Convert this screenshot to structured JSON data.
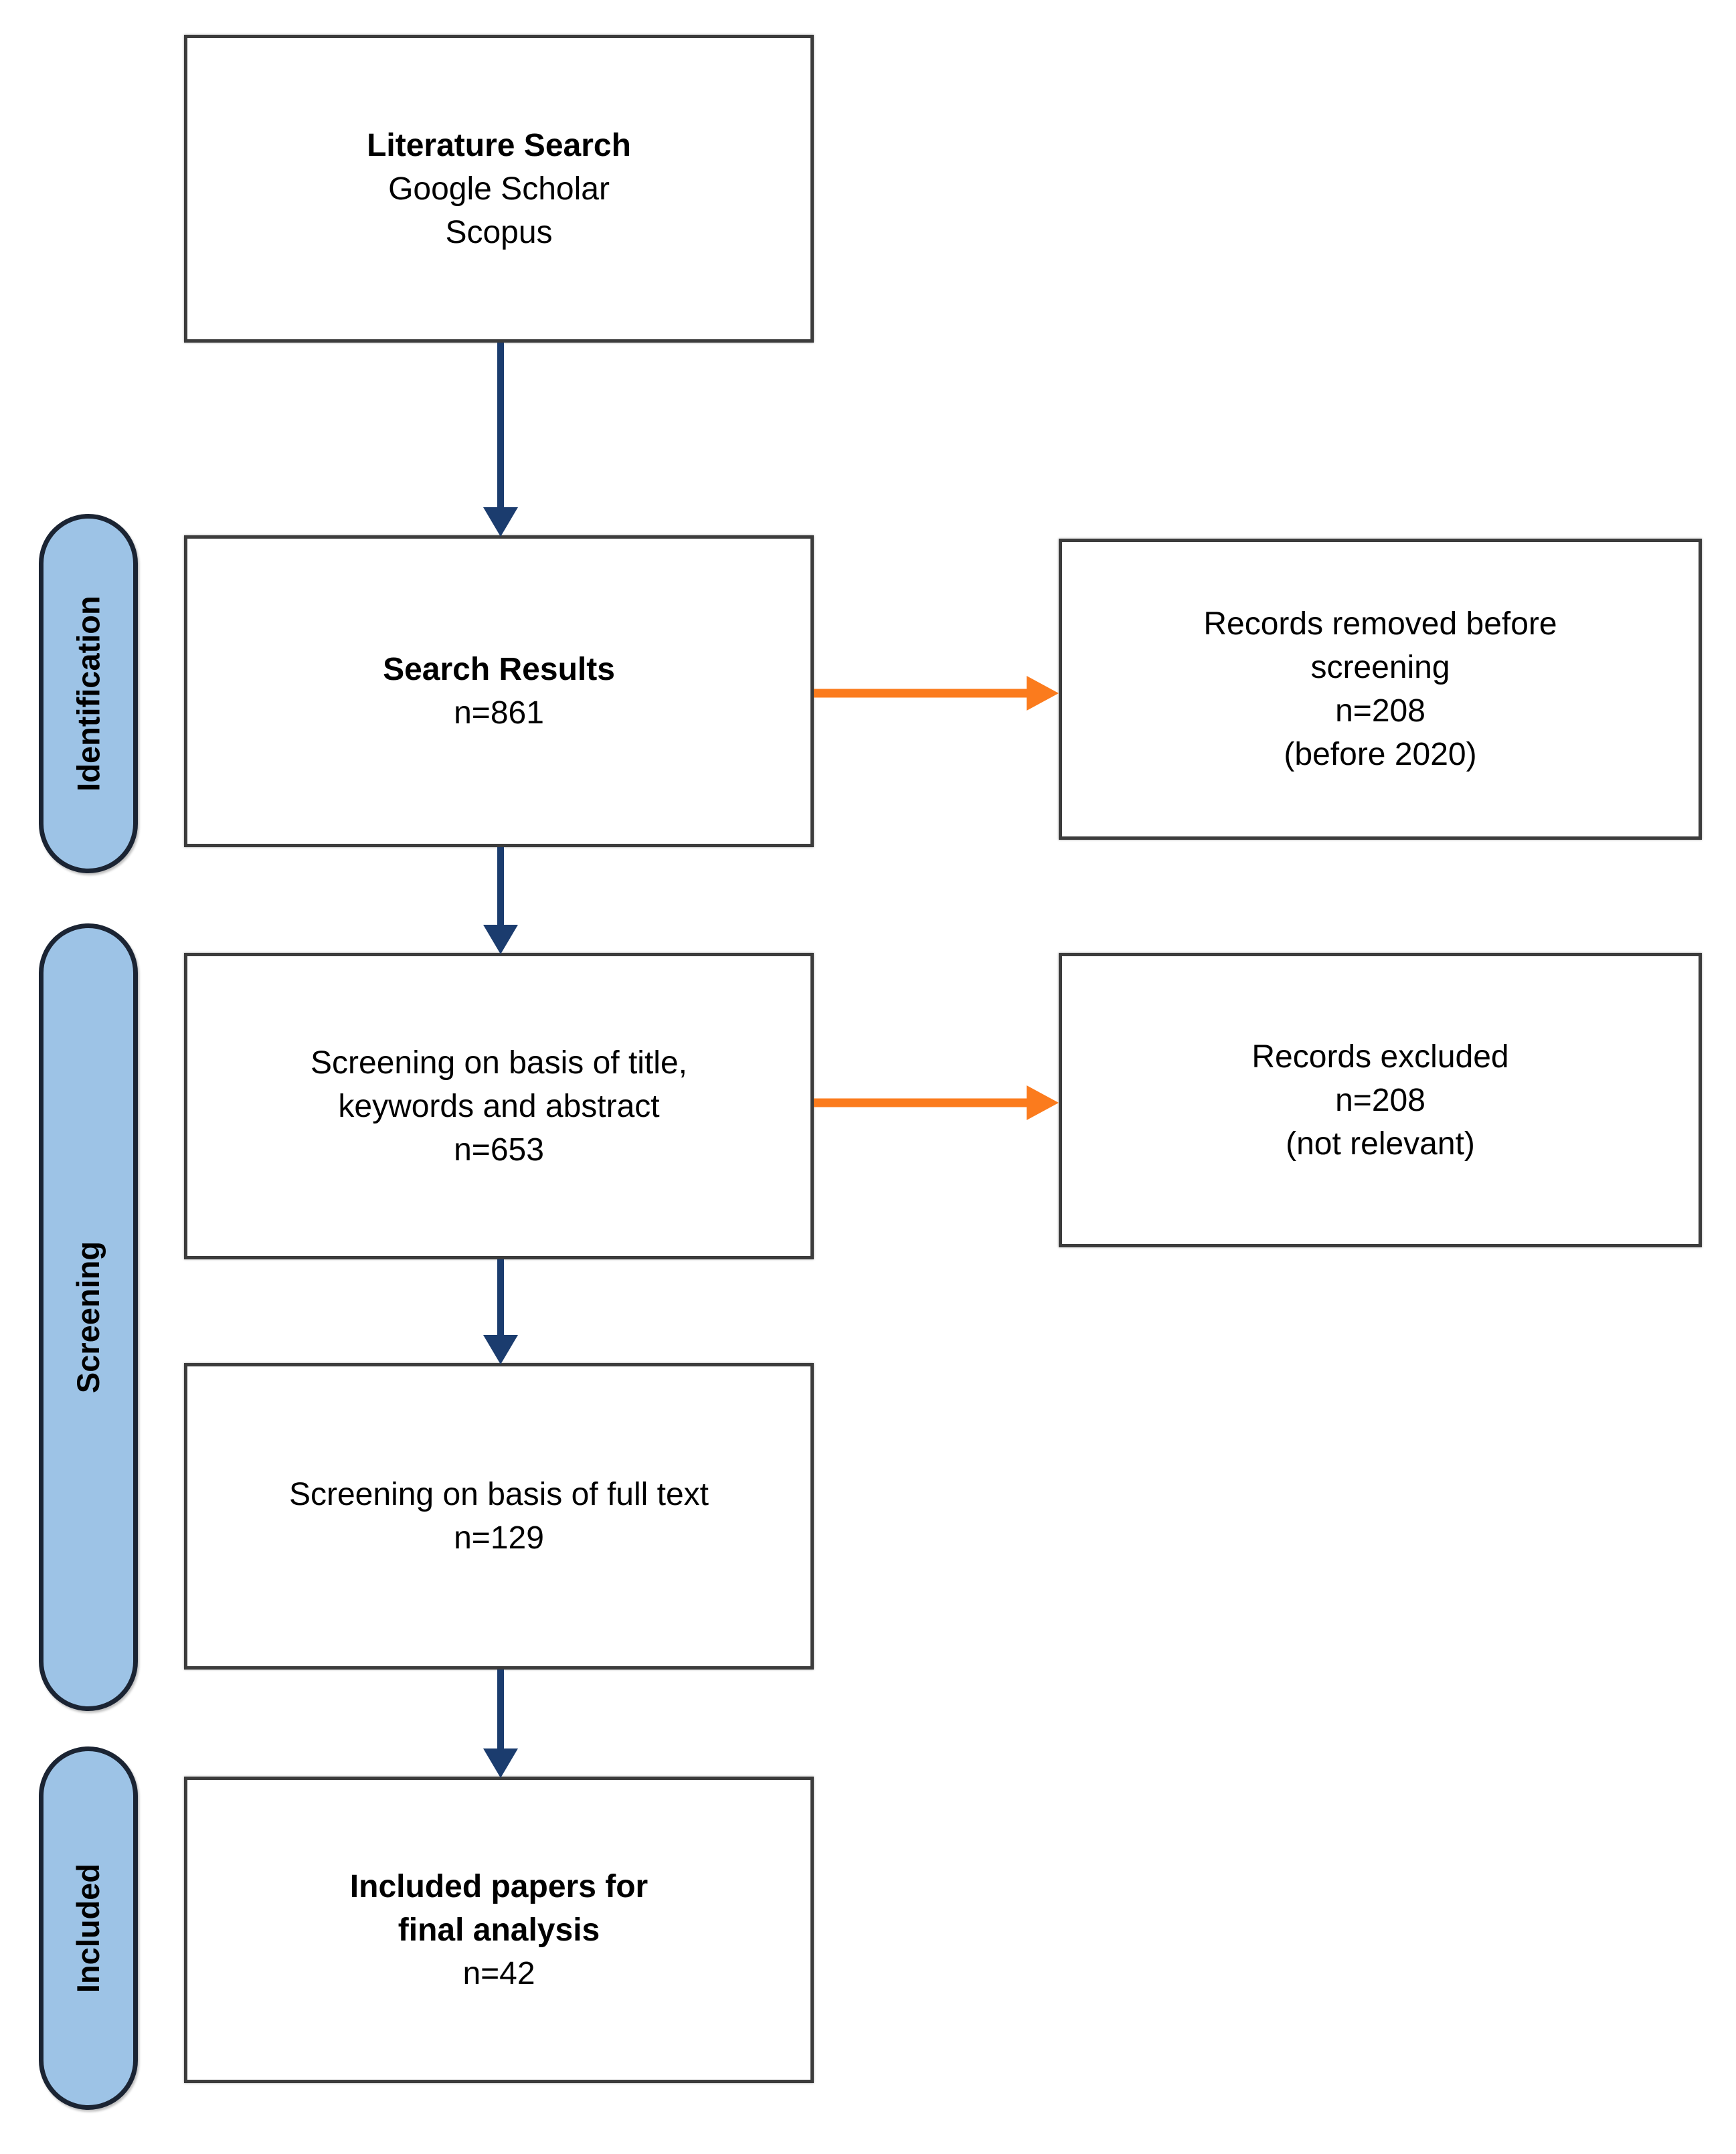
{
  "colors": {
    "stage_fill": "#9DC3E6",
    "stage_border": "#1B2433",
    "box_border": "#3C3C3C",
    "box_fill": "#FFFFFF",
    "flow_arrow": "#1B3C6E",
    "exclude_arrow": "#FB7B1D",
    "text": "#000000"
  },
  "stages": [
    {
      "label": "Identification"
    },
    {
      "label": "Screening"
    },
    {
      "label": "Included"
    }
  ],
  "boxes": {
    "literature_search": {
      "title": "Literature Search",
      "sources": [
        "Google Scholar",
        "Scopus"
      ]
    },
    "search_results": {
      "title": "Search Results",
      "count": "n=861"
    },
    "records_removed": {
      "lines": [
        "Records removed before",
        "screening"
      ],
      "count": "n=208",
      "note": "(before 2020)"
    },
    "screening_title_abstract": {
      "lines": [
        "Screening on basis of title,",
        "keywords and abstract"
      ],
      "count": "n=653"
    },
    "records_excluded": {
      "line": "Records excluded",
      "count": "n=208",
      "note": "(not relevant)"
    },
    "screening_full_text": {
      "line": "Screening on basis of full text",
      "count": "n=129"
    },
    "included_papers": {
      "title_lines": [
        "Included papers for",
        "final analysis"
      ],
      "count": "n=42"
    }
  }
}
